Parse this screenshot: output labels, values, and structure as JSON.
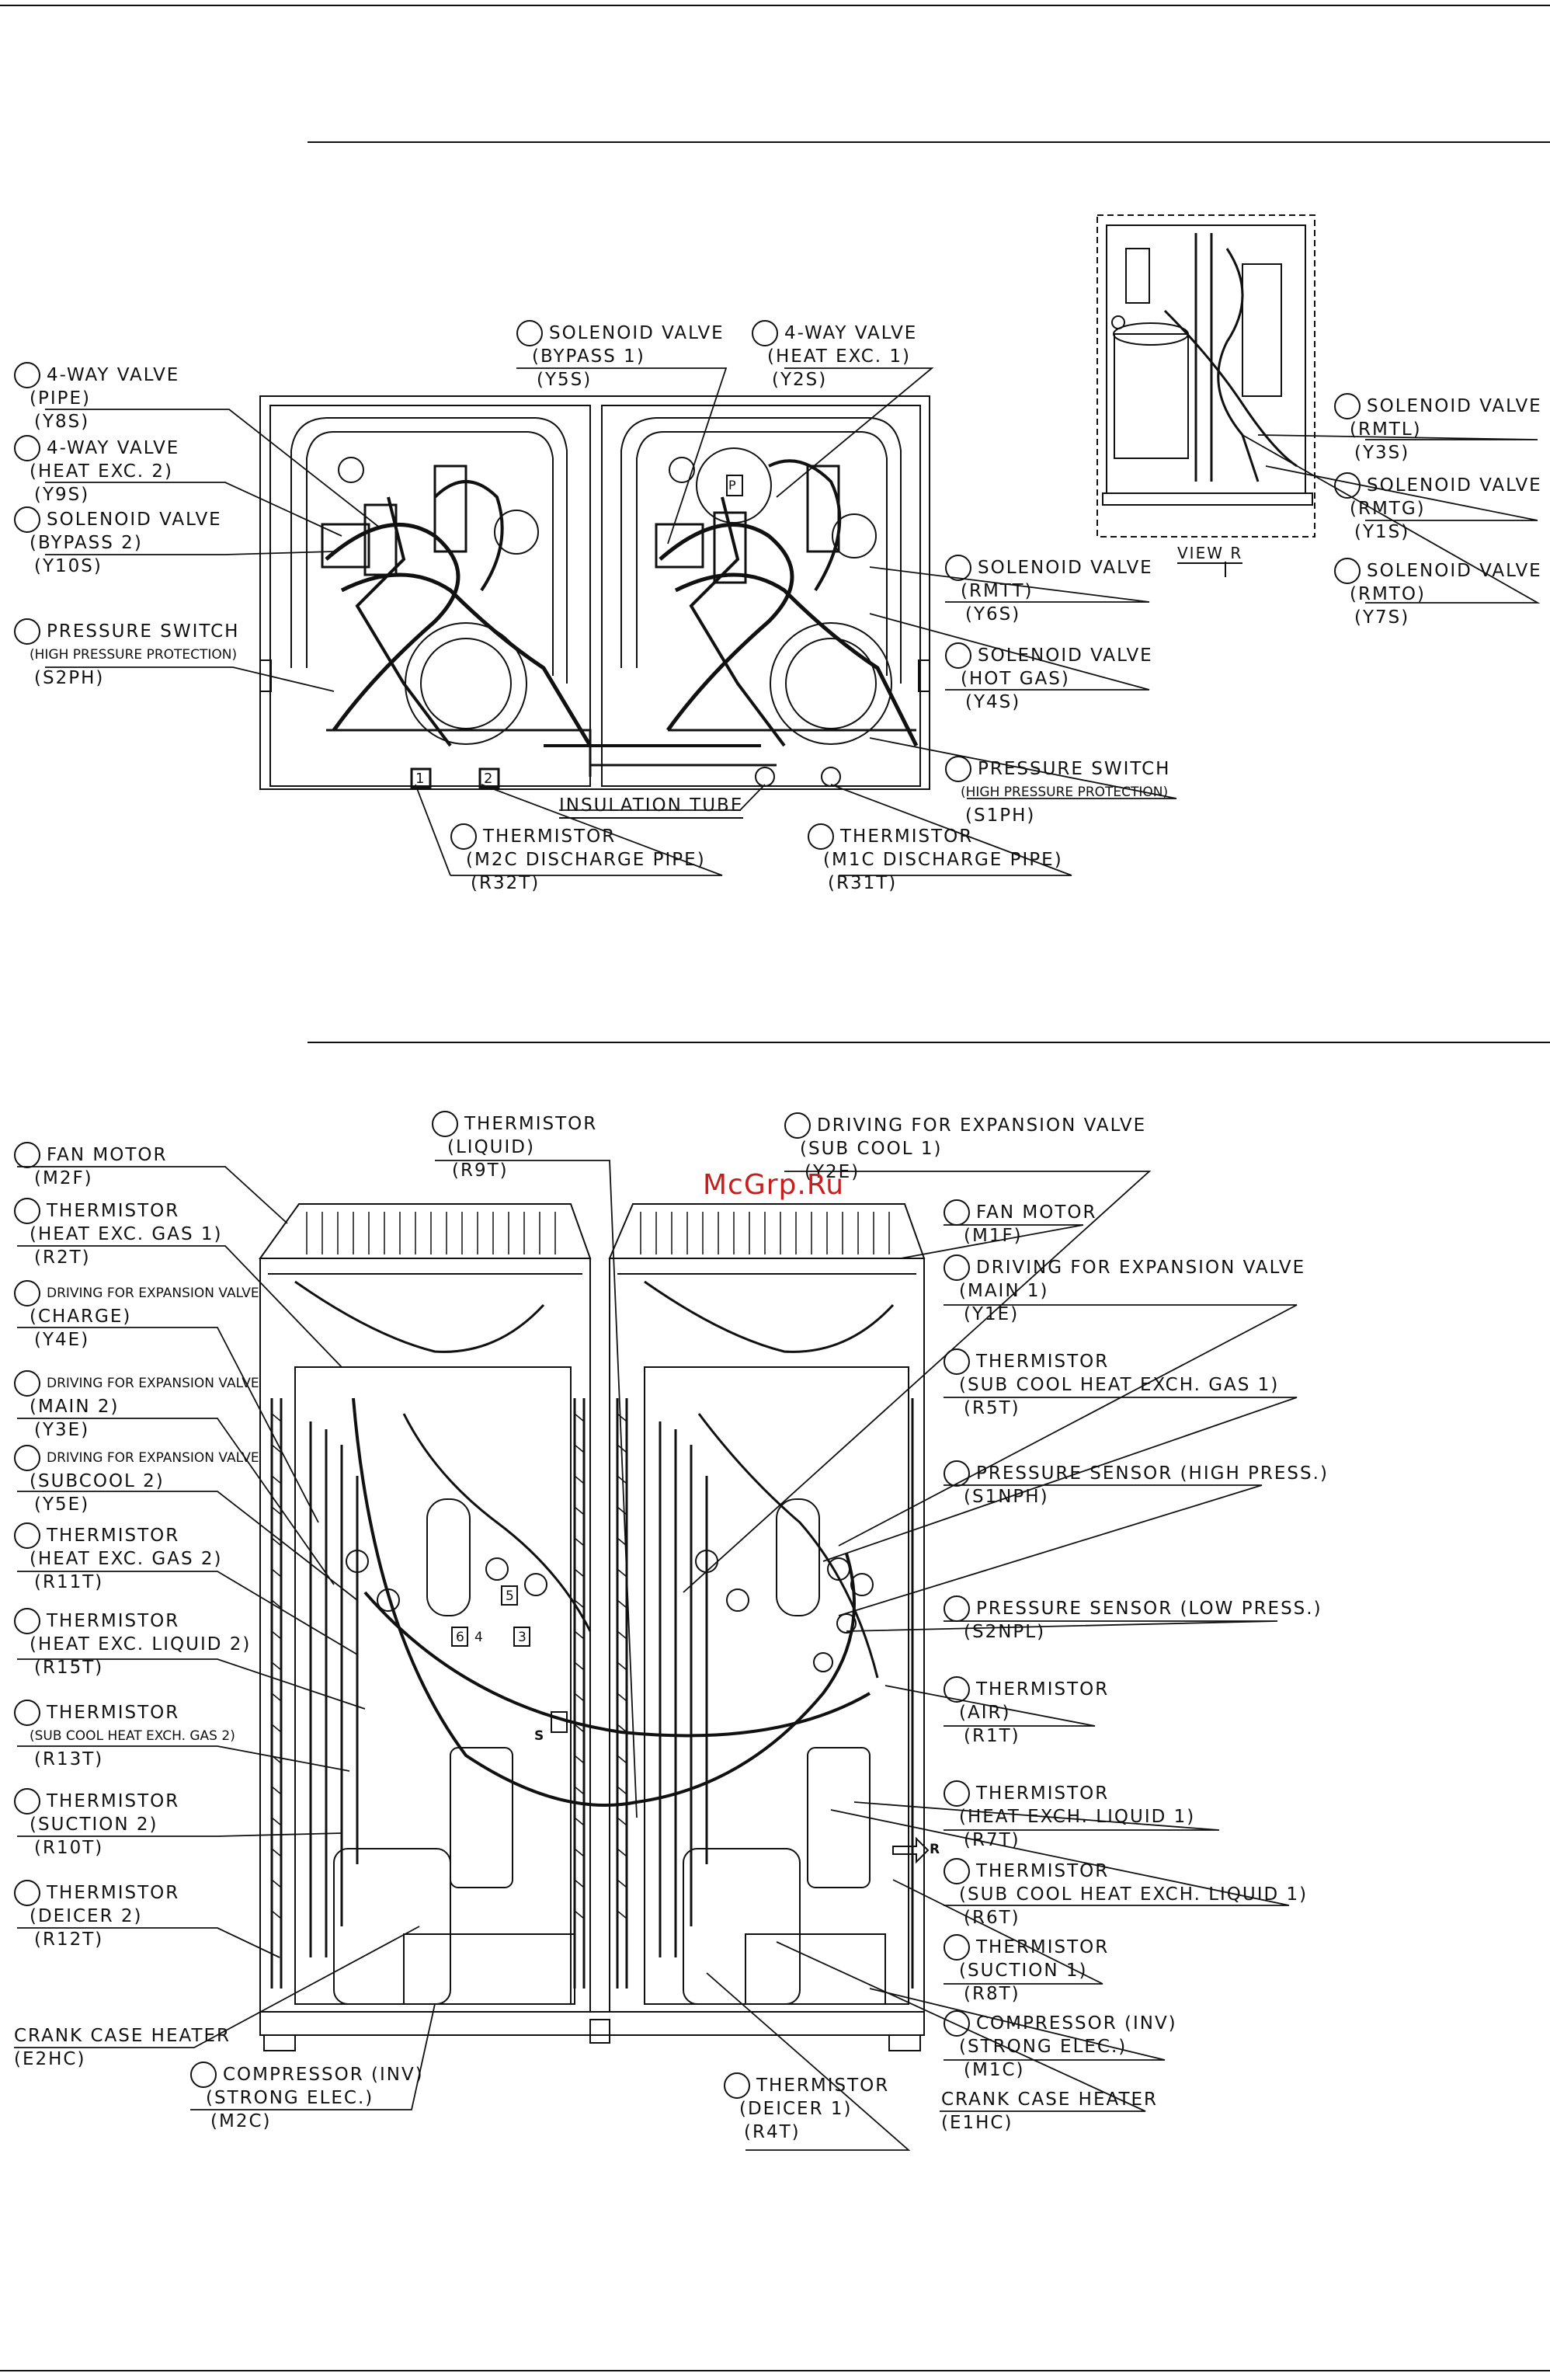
{
  "top_diagram": {
    "labels": [
      {
        "id": "y8s",
        "name": "4-WAY VALVE",
        "sub": "(PIPE)",
        "code": "(Y8S)",
        "circle": true
      },
      {
        "id": "y9s",
        "name": "4-WAY VALVE",
        "sub": "(HEAT EXC. 2)",
        "code": "(Y9S)",
        "circle": true
      },
      {
        "id": "y10s",
        "name": "SOLENOID VALVE",
        "sub": "(BYPASS 2)",
        "code": "(Y10S)",
        "circle": true
      },
      {
        "id": "s2ph",
        "name": "PRESSURE SWITCH",
        "sub": "(HIGH PRESSURE PROTECTION)",
        "code": "(S2PH)",
        "circle": true,
        "sub_small": true
      },
      {
        "id": "y5s",
        "name": "SOLENOID VALVE",
        "sub": "(BYPASS 1)",
        "code": "(Y5S)",
        "circle": true
      },
      {
        "id": "y2s",
        "name": "4-WAY VALVE",
        "sub": "(HEAT EXC. 1)",
        "code": "(Y2S)",
        "circle": true
      },
      {
        "id": "y6s",
        "name": "SOLENOID VALVE",
        "sub": "(RMTT)",
        "code": "(Y6S)",
        "circle": true
      },
      {
        "id": "y4s",
        "name": "SOLENOID VALVE",
        "sub": "(HOT GAS)",
        "code": "(Y4S)",
        "circle": true
      },
      {
        "id": "s1ph",
        "name": "PRESSURE SWITCH",
        "sub": "(HIGH PRESSURE PROTECTION)",
        "code": "(S1PH)",
        "circle": true,
        "sub_small": true
      },
      {
        "id": "r32t",
        "name": "THERMISTOR",
        "sub": "(M2C DISCHARGE PIPE)",
        "code": "(R32T)",
        "circle": true
      },
      {
        "id": "r31t",
        "name": "THERMISTOR",
        "sub": "(M1C DISCHARGE PIPE)",
        "code": "(R31T)",
        "circle": true
      },
      {
        "id": "y3s",
        "name": "SOLENOID VALVE",
        "sub": "(RMTL)",
        "code": "(Y3S)",
        "circle": true
      },
      {
        "id": "y1s",
        "name": "SOLENOID VALVE",
        "sub": "(RMTG)",
        "code": "(Y1S)",
        "circle": true
      },
      {
        "id": "y7s",
        "name": "SOLENOID VALVE",
        "sub": "(RMTO)",
        "code": "(Y7S)",
        "circle": true
      }
    ],
    "insulation_tube": "INSULATION TUBE",
    "view_label": "VIEW R",
    "markers": [
      "1",
      "2",
      "P"
    ]
  },
  "bottom_diagram": {
    "labels": [
      {
        "id": "m2f",
        "name": "FAN MOTOR",
        "code": "(M2F)",
        "circle": true
      },
      {
        "id": "r2t",
        "name": "THERMISTOR",
        "sub": "(HEAT EXC. GAS 1)",
        "code": "(R2T)",
        "circle": true
      },
      {
        "id": "y4e",
        "name": "DRIVING FOR EXPANSION VALVE",
        "sub": "(CHARGE)",
        "code": "(Y4E)",
        "circle": true,
        "name_small": true
      },
      {
        "id": "y3e",
        "name": "DRIVING FOR EXPANSION VALVE",
        "sub": "(MAIN 2)",
        "code": "(Y3E)",
        "circle": true,
        "name_small": true
      },
      {
        "id": "y5e",
        "name": "DRIVING FOR EXPANSION VALVE",
        "sub": "(SUBCOOL 2)",
        "code": "(Y5E)",
        "circle": true,
        "name_small": true
      },
      {
        "id": "r11t",
        "name": "THERMISTOR",
        "sub": "(HEAT EXC. GAS 2)",
        "code": "(R11T)",
        "circle": true
      },
      {
        "id": "r15t",
        "name": "THERMISTOR",
        "sub": "(HEAT EXC. LIQUID 2)",
        "code": "(R15T)",
        "circle": true
      },
      {
        "id": "r13t",
        "name": "THERMISTOR",
        "sub": "(SUB COOL HEAT EXCH. GAS 2)",
        "code": "(R13T)",
        "circle": true,
        "sub_small": true
      },
      {
        "id": "r10t",
        "name": "THERMISTOR",
        "sub": "(SUCTION 2)",
        "code": "(R10T)",
        "circle": true
      },
      {
        "id": "r12t",
        "name": "THERMISTOR",
        "sub": "(DEICER 2)",
        "code": "(R12T)",
        "circle": true
      },
      {
        "id": "e2hc",
        "name": "CRANK CASE HEATER",
        "code": "(E2HC)",
        "circle": false
      },
      {
        "id": "m2c",
        "name": "COMPRESSOR (INV)",
        "sub": "(STRONG ELEC.)",
        "code": "(M2C)",
        "circle": true
      },
      {
        "id": "r9t",
        "name": "THERMISTOR",
        "sub": "(LIQUID)",
        "code": "(R9T)",
        "circle": true
      },
      {
        "id": "y2e",
        "name": "DRIVING FOR EXPANSION VALVE",
        "sub": "(SUB COOL 1)",
        "code": "(Y2E)",
        "circle": true
      },
      {
        "id": "m1f",
        "name": "FAN MOTOR",
        "code": "(M1F)",
        "circle": true
      },
      {
        "id": "y1e",
        "name": "DRIVING FOR EXPANSION VALVE",
        "sub": "(MAIN 1)",
        "code": "(Y1E)",
        "circle": true
      },
      {
        "id": "r5t",
        "name": "THERMISTOR",
        "sub": "(SUB COOL HEAT EXCH. GAS 1)",
        "code": "(R5T)",
        "circle": true
      },
      {
        "id": "s1nph",
        "name": "PRESSURE SENSOR (HIGH PRESS.)",
        "code": "(S1NPH)",
        "circle": true
      },
      {
        "id": "s2npl",
        "name": "PRESSURE SENSOR (LOW PRESS.)",
        "code": "(S2NPL)",
        "circle": true
      },
      {
        "id": "r1t",
        "name": "THERMISTOR",
        "sub": "(AIR)",
        "code": "(R1T)",
        "circle": true
      },
      {
        "id": "r7t",
        "name": "THERMISTOR",
        "sub": "(HEAT EXCH. LIQUID 1)",
        "code": "(R7T)",
        "circle": true
      },
      {
        "id": "r6t",
        "name": "THERMISTOR",
        "sub": "(SUB COOL HEAT EXCH. LIQUID 1)",
        "code": "(R6T)",
        "circle": true
      },
      {
        "id": "r8t",
        "name": "THERMISTOR",
        "sub": "(SUCTION 1)",
        "code": "(R8T)",
        "circle": true
      },
      {
        "id": "m1c",
        "name": "COMPRESSOR (INV)",
        "sub": "(STRONG ELEC.)",
        "code": "(M1C)",
        "circle": true
      },
      {
        "id": "e1hc",
        "name": "CRANK CASE HEATER",
        "code": "(E1HC)",
        "circle": false
      },
      {
        "id": "r4t",
        "name": "THERMISTOR",
        "sub": "(DEICER 1)",
        "code": "(R4T)",
        "circle": true
      }
    ],
    "markers": [
      "5",
      "6",
      "4",
      "3",
      "S",
      "R"
    ]
  },
  "watermark": "McGrp.Ru",
  "colors": {
    "ink": "#111111",
    "watermark": "#c81e1e",
    "paper": "#ffffff"
  }
}
